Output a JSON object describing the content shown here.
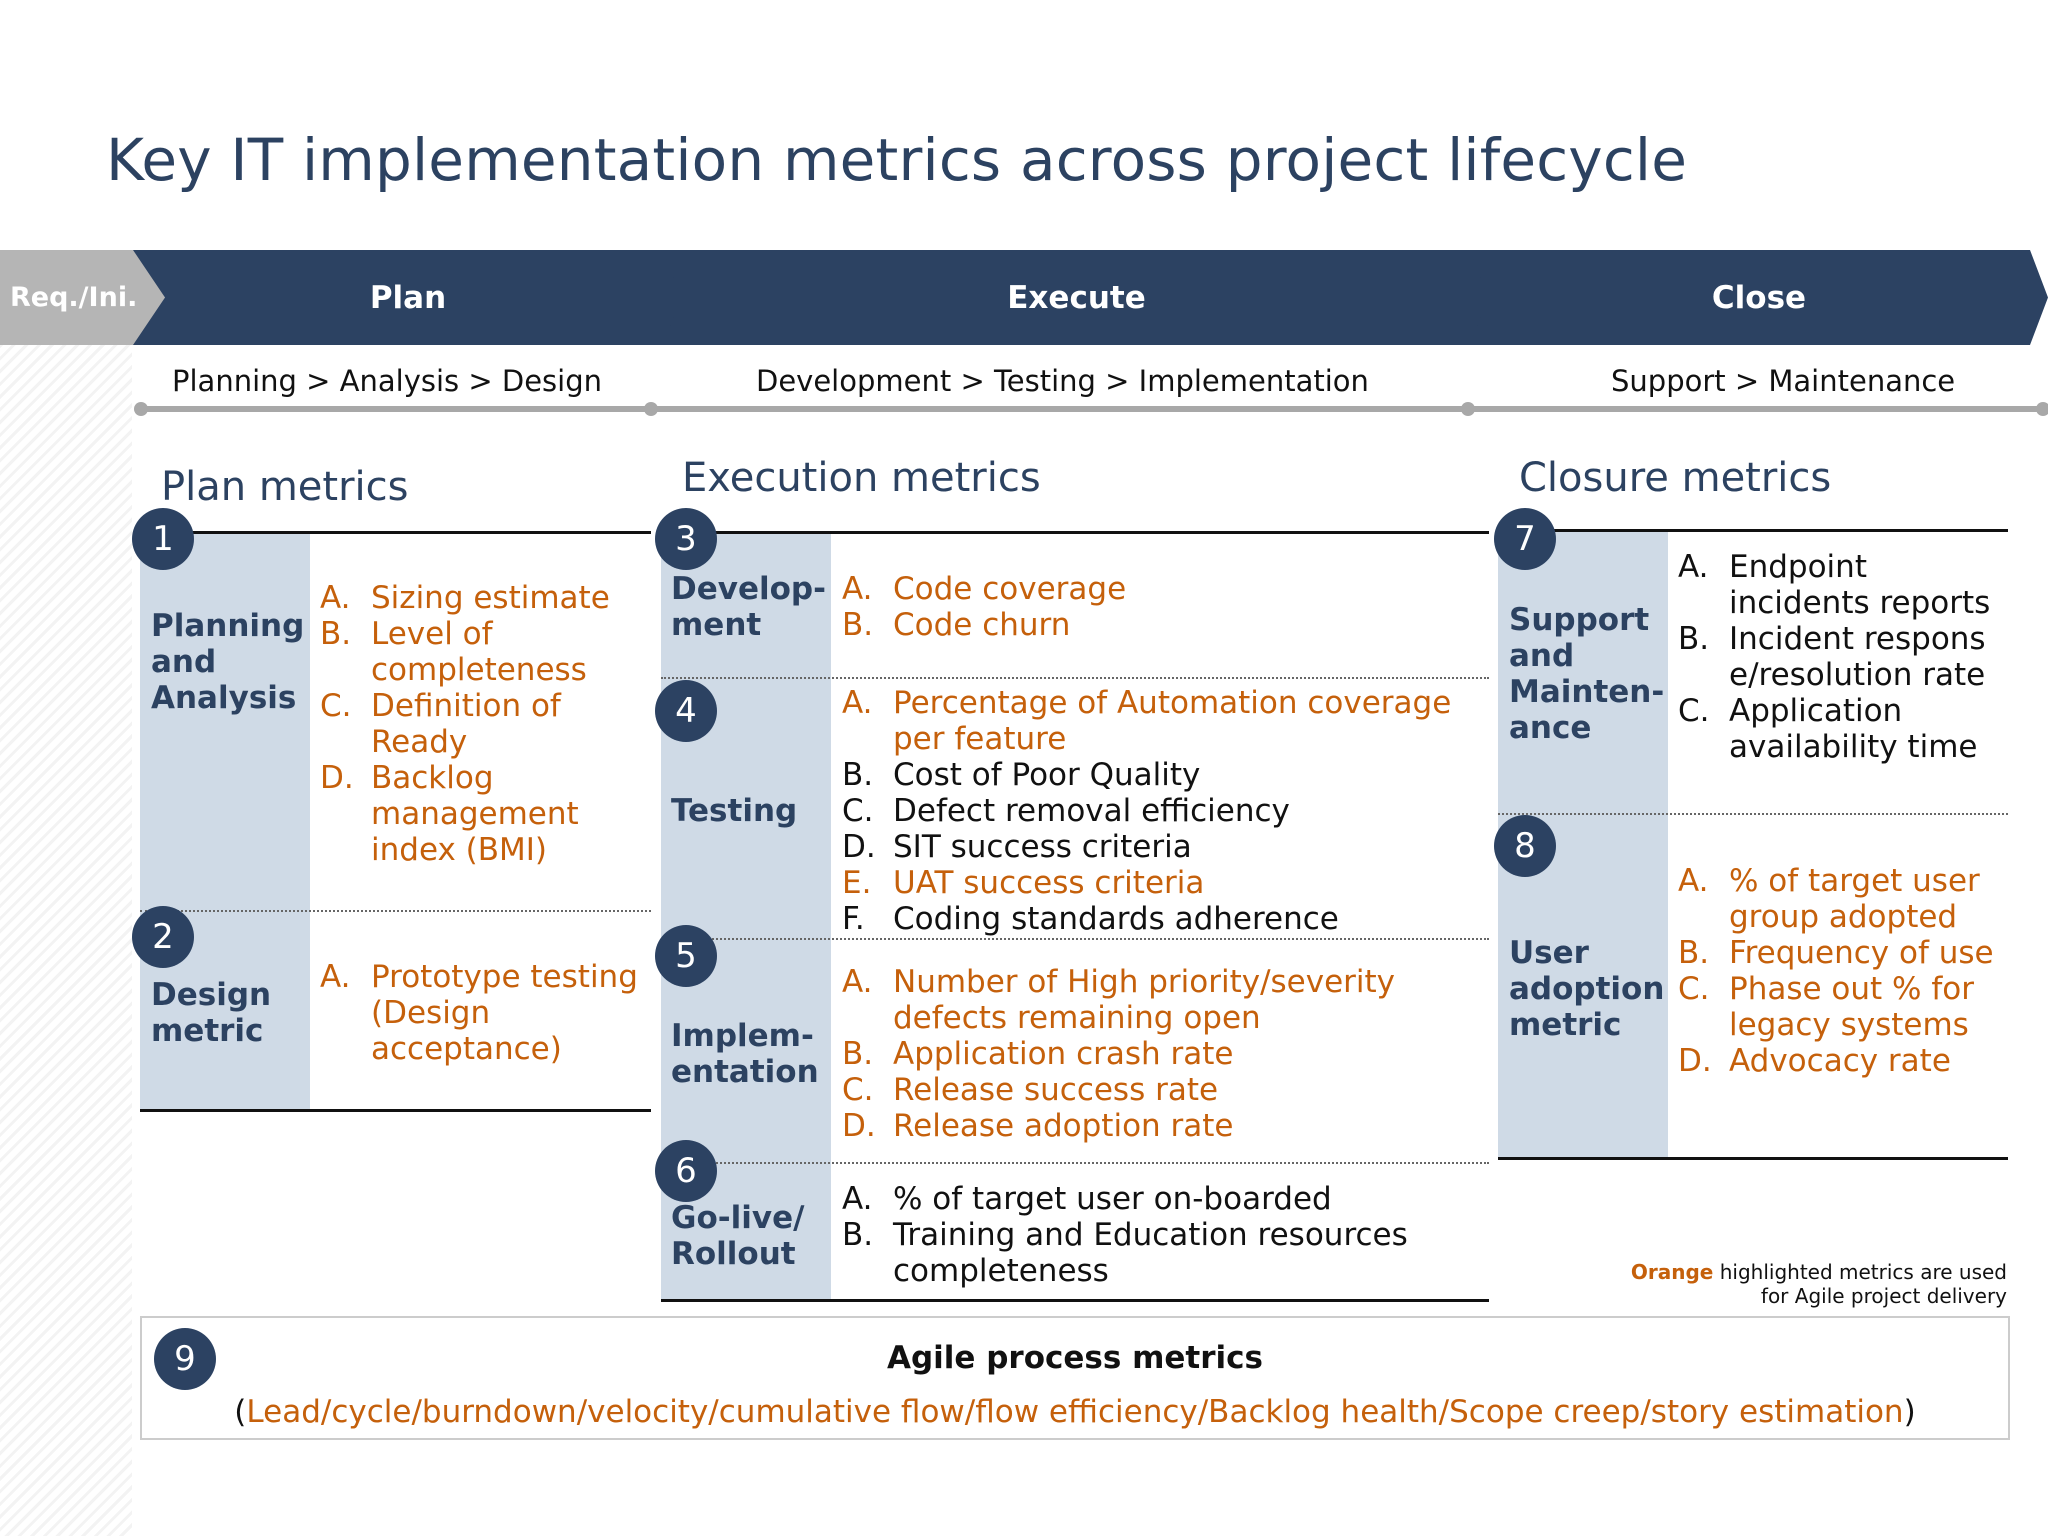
{
  "title": "Key IT implementation metrics across project lifecycle",
  "phases": {
    "req": "Req./Ini.",
    "plan": "Plan",
    "execute": "Execute",
    "close": "Close"
  },
  "subphases": {
    "plan": "Planning > Analysis > Design",
    "execute": "Development > Testing > Implementation",
    "close": "Support > Maintenance"
  },
  "sections": {
    "plan": "Plan metrics",
    "execute": "Execution metrics",
    "close": "Closure metrics"
  },
  "blocks": [
    {
      "number": "1",
      "category": "Planning and Analysis",
      "items": [
        {
          "letter": "A.",
          "text": "Sizing estimate",
          "color": "orange"
        },
        {
          "letter": "B.",
          "text": "Level of completeness",
          "color": "orange"
        },
        {
          "letter": "C.",
          "text": "Definition of Ready",
          "color": "orange"
        },
        {
          "letter": "D.",
          "text": "Backlog management index (BMI)",
          "color": "orange"
        }
      ]
    },
    {
      "number": "2",
      "category": "Design metric",
      "items": [
        {
          "letter": "A.",
          "text": "Prototype testing (Design acceptance)",
          "color": "orange"
        }
      ]
    },
    {
      "number": "3",
      "category": "Develop-ment",
      "items": [
        {
          "letter": "A.",
          "text": "Code coverage",
          "color": "orange"
        },
        {
          "letter": "B.",
          "text": "Code churn",
          "color": "orange"
        }
      ]
    },
    {
      "number": "4",
      "category": "Testing",
      "items": [
        {
          "letter": "A.",
          "text": "Percentage of Automation coverage per feature",
          "color": "orange"
        },
        {
          "letter": "B.",
          "text": "Cost of Poor Quality",
          "color": "black"
        },
        {
          "letter": "C.",
          "text": "Defect removal efficiency",
          "color": "black"
        },
        {
          "letter": "D.",
          "text": "SIT success criteria",
          "color": "black"
        },
        {
          "letter": "E.",
          "text": "UAT success criteria",
          "color": "orange"
        },
        {
          "letter": "F.",
          "text": "Coding standards adherence",
          "color": "black"
        }
      ]
    },
    {
      "number": "5",
      "category": "Implem-entation",
      "items": [
        {
          "letter": "A.",
          "text": "Number of High priority/severity defects remaining open",
          "color": "orange"
        },
        {
          "letter": "B.",
          "text": "Application crash rate",
          "color": "orange"
        },
        {
          "letter": "C.",
          "text": "Release success rate",
          "color": "orange"
        },
        {
          "letter": "D.",
          "text": "Release adoption rate",
          "color": "orange"
        }
      ]
    },
    {
      "number": "6",
      "category": "Go-live/ Rollout",
      "items": [
        {
          "letter": "A.",
          "text": "% of target user on-boarded",
          "color": "black"
        },
        {
          "letter": "B.",
          "text": "Training and Education resources completeness",
          "color": "black"
        }
      ]
    },
    {
      "number": "7",
      "category": "Support and Mainten-ance",
      "items": [
        {
          "letter": "A.",
          "text": "Endpoint incidents reports",
          "color": "black"
        },
        {
          "letter": "B.",
          "text": "Incident response/resolution rate",
          "color": "black"
        },
        {
          "letter": "C.",
          "text": "Application availability time",
          "color": "black"
        }
      ]
    },
    {
      "number": "8",
      "category": "User adoption metric",
      "items": [
        {
          "letter": "A.",
          "text": "% of target user group adopted",
          "color": "orange"
        },
        {
          "letter": "B.",
          "text": "Frequency of use",
          "color": "orange"
        },
        {
          "letter": "C.",
          "text": "Phase out % for legacy systems",
          "color": "orange"
        },
        {
          "letter": "D.",
          "text": "Advocacy rate",
          "color": "orange"
        }
      ]
    }
  ],
  "note": {
    "highlight": "Orange",
    "line1_rest": " highlighted metrics are used",
    "line2": "for Agile project delivery"
  },
  "agile": {
    "number": "9",
    "title": "Agile process metrics",
    "open_paren": "(",
    "body": "Lead/cycle/burndown/velocity/cumulative flow/flow efficiency/Backlog health/Scope creep/story estimation",
    "close_paren": ")"
  },
  "colors": {
    "navy": "#2c4262",
    "orange": "#c5600b",
    "grey_phase": "#b5b5b5",
    "category_band": "#cfdae6"
  }
}
